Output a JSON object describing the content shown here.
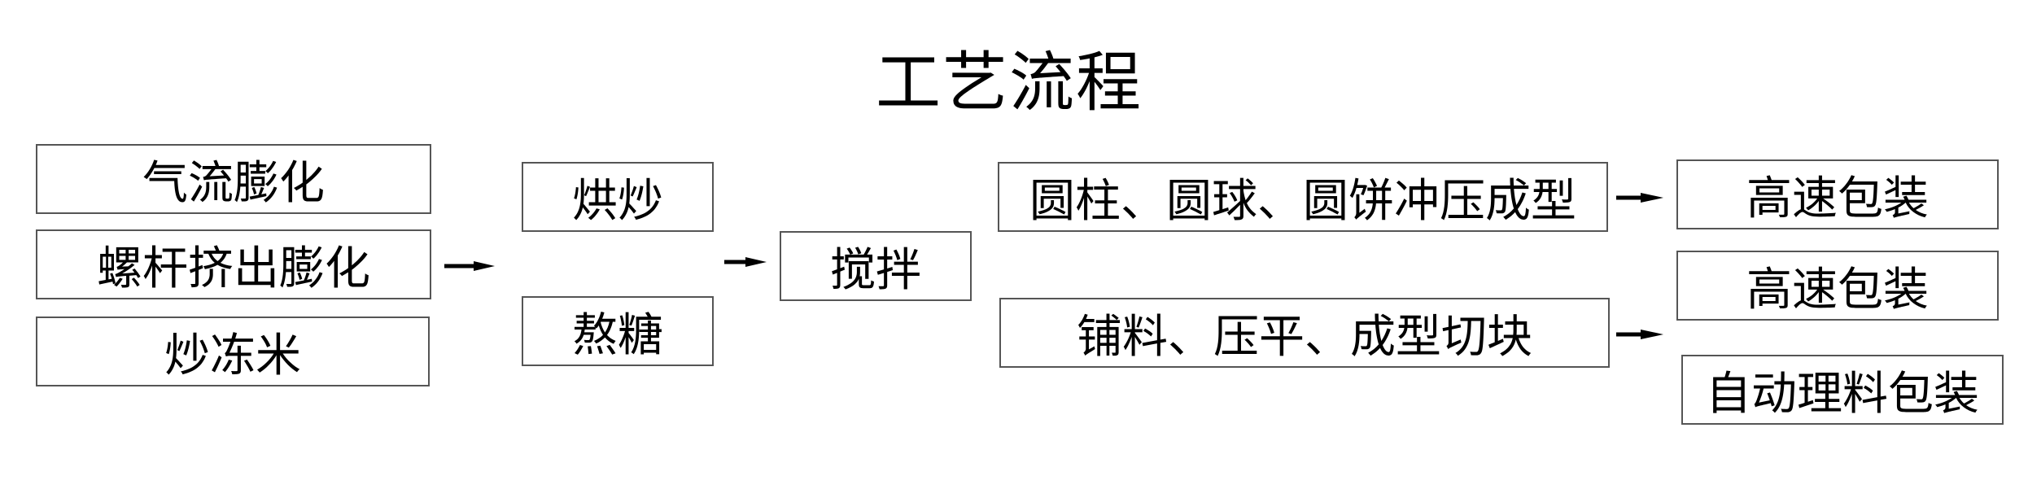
{
  "title": "工艺流程",
  "inputs": [
    "气流膨化",
    "螺杆挤出膨化",
    "炒冻米"
  ],
  "processing": [
    "烘炒",
    "熬糖"
  ],
  "mixing": "搅拌",
  "forming": [
    "圆柱、圆球、圆饼冲压成型",
    "铺料、压平、成型切块"
  ],
  "packaging": [
    "高速包装",
    "高速包装",
    "自动理料包装"
  ]
}
